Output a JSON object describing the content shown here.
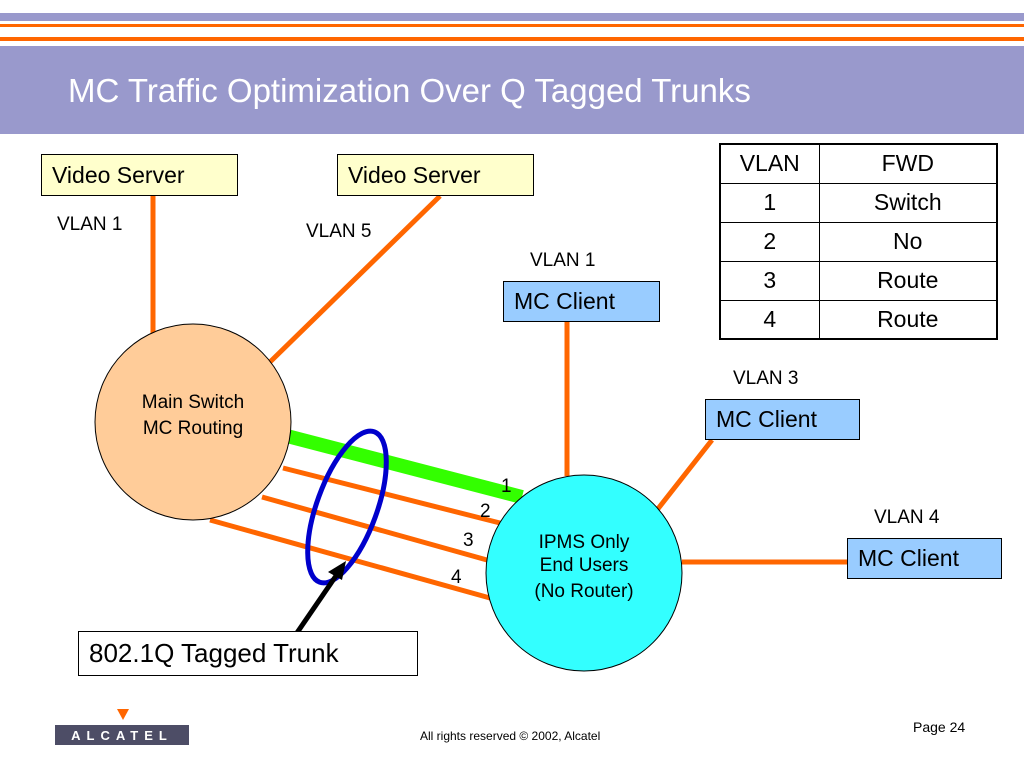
{
  "slide": {
    "title": "MC Traffic Optimization Over Q Tagged Trunks",
    "colors": {
      "title_bar": "#9999cc",
      "orange_link": "#ff6600",
      "green_link": "#33ff00",
      "trunk_ellipse": "#0000cc",
      "server_fill": "#ffffcc",
      "client_fill": "#99ccff",
      "main_switch_fill": "#ffcc99",
      "ipms_fill": "#33ffff"
    }
  },
  "diagram": {
    "servers": [
      {
        "label": "Video Server",
        "vlan": "VLAN 1"
      },
      {
        "label": "Video Server",
        "vlan": "VLAN 5"
      }
    ],
    "main_switch": {
      "line1": "Main Switch",
      "line2": "MC Routing"
    },
    "ipms": {
      "line1": "IPMS Only",
      "line2": "End Users",
      "line3": "(No Router)"
    },
    "clients": [
      {
        "label": "MC Client",
        "vlan": "VLAN 1"
      },
      {
        "label": "MC Client",
        "vlan": "VLAN 3"
      },
      {
        "label": "MC Client",
        "vlan": "VLAN 4"
      }
    ],
    "trunk_numbers": [
      "1",
      "2",
      "3",
      "4"
    ],
    "trunk_label": "802.1Q Tagged Trunk"
  },
  "fwd_table": {
    "headers": [
      "VLAN",
      "FWD"
    ],
    "rows": [
      [
        "1",
        "Switch"
      ],
      [
        "2",
        "No"
      ],
      [
        "3",
        "Route"
      ],
      [
        "4",
        "Route"
      ]
    ]
  },
  "footer": {
    "logo_text": "ALCATEL",
    "copyright": "All rights reserved © 2002, Alcatel",
    "page": "Page 24"
  }
}
